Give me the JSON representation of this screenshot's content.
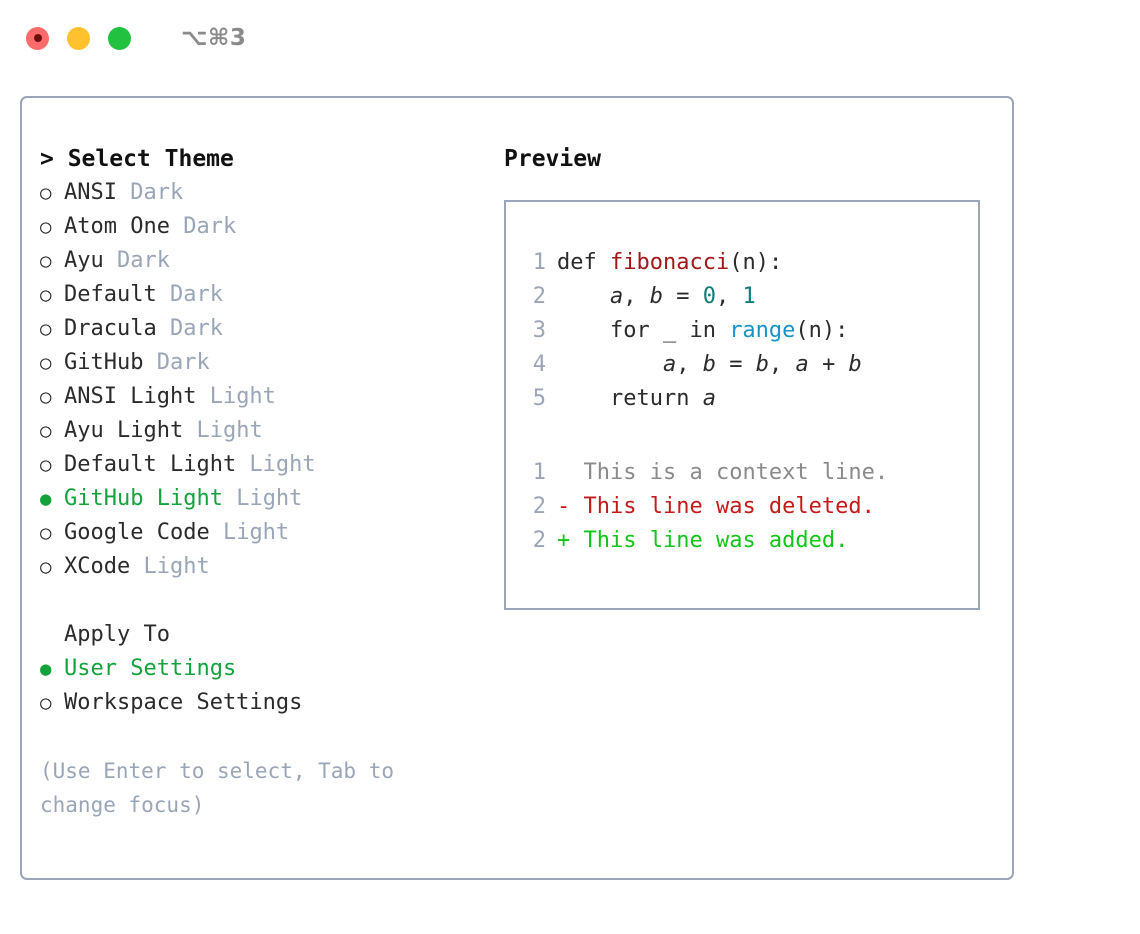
{
  "window": {
    "title": "⌥⌘3",
    "traffic_lights": [
      {
        "name": "close",
        "color": "#FF6B6B"
      },
      {
        "name": "minimize",
        "color": "#FFC12E"
      },
      {
        "name": "maximize",
        "color": "#22C13F"
      }
    ]
  },
  "colors": {
    "accent_green": "#13A33C",
    "muted": "#9aa5b7",
    "text": "#2b2b2b",
    "border": "#9aa5b7",
    "diff_add": "#15C41A",
    "diff_del": "#C41A1A",
    "syntax_function": "#A01818",
    "syntax_number": "#0E7C7B",
    "syntax_builtin": "#1793C6"
  },
  "theme_picker": {
    "header": "> Select Theme",
    "bullet_selected": "●",
    "bullet_unselected": "○",
    "options": [
      {
        "label": "ANSI",
        "variant": "Dark",
        "selected": false
      },
      {
        "label": "Atom One",
        "variant": "Dark",
        "selected": false
      },
      {
        "label": "Ayu",
        "variant": "Dark",
        "selected": false
      },
      {
        "label": "Default",
        "variant": "Dark",
        "selected": false
      },
      {
        "label": "Dracula",
        "variant": "Dark",
        "selected": false
      },
      {
        "label": "GitHub",
        "variant": "Dark",
        "selected": false
      },
      {
        "label": "ANSI Light",
        "variant": "Light",
        "selected": false
      },
      {
        "label": "Ayu Light",
        "variant": "Light",
        "selected": false
      },
      {
        "label": "Default Light",
        "variant": "Light",
        "selected": false
      },
      {
        "label": "GitHub Light",
        "variant": "Light",
        "selected": true
      },
      {
        "label": "Google Code",
        "variant": "Light",
        "selected": false
      },
      {
        "label": "XCode",
        "variant": "Light",
        "selected": false
      }
    ]
  },
  "apply_to": {
    "header": "Apply To",
    "options": [
      {
        "label": "User Settings",
        "selected": true
      },
      {
        "label": "Workspace Settings",
        "selected": false
      }
    ]
  },
  "hint": {
    "line1": "(Use Enter to select, Tab to",
    "line2": "change focus)"
  },
  "preview": {
    "title": "Preview",
    "code_lines": [
      {
        "no": "1",
        "tokens": [
          {
            "t": "def ",
            "k": "plain"
          },
          {
            "t": "fibonacci",
            "k": "func"
          },
          {
            "t": "(n):",
            "k": "plain"
          }
        ]
      },
      {
        "no": "2",
        "tokens": [
          {
            "t": "    ",
            "k": "plain"
          },
          {
            "t": "a",
            "k": "var"
          },
          {
            "t": ", ",
            "k": "plain"
          },
          {
            "t": "b",
            "k": "var"
          },
          {
            "t": " = ",
            "k": "plain"
          },
          {
            "t": "0",
            "k": "num"
          },
          {
            "t": ", ",
            "k": "plain"
          },
          {
            "t": "1",
            "k": "num"
          }
        ]
      },
      {
        "no": "3",
        "tokens": [
          {
            "t": "    for _ in ",
            "k": "plain"
          },
          {
            "t": "range",
            "k": "builtin"
          },
          {
            "t": "(n):",
            "k": "plain"
          }
        ]
      },
      {
        "no": "4",
        "tokens": [
          {
            "t": "        ",
            "k": "plain"
          },
          {
            "t": "a",
            "k": "var"
          },
          {
            "t": ", ",
            "k": "plain"
          },
          {
            "t": "b",
            "k": "var"
          },
          {
            "t": " = ",
            "k": "plain"
          },
          {
            "t": "b",
            "k": "var"
          },
          {
            "t": ", ",
            "k": "plain"
          },
          {
            "t": "a",
            "k": "var"
          },
          {
            "t": " + ",
            "k": "plain"
          },
          {
            "t": "b",
            "k": "var"
          }
        ]
      },
      {
        "no": "5",
        "tokens": [
          {
            "t": "    return ",
            "k": "plain"
          },
          {
            "t": "a",
            "k": "var"
          }
        ]
      }
    ],
    "diff_lines": [
      {
        "no": "1",
        "marker": "  ",
        "text": "This is a context line.",
        "kind": "context"
      },
      {
        "no": "2",
        "marker": "- ",
        "text": "This line was deleted.",
        "kind": "del"
      },
      {
        "no": "2",
        "marker": "+ ",
        "text": "This line was added.",
        "kind": "add"
      }
    ]
  }
}
